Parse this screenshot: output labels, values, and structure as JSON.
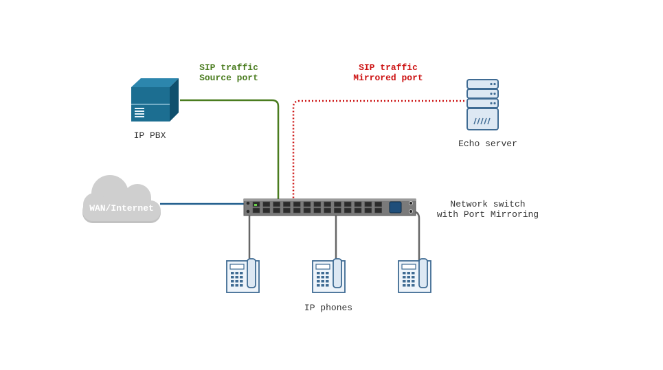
{
  "labels": {
    "sip_source_line1": "SIP traffic",
    "sip_source_line2": "Source port",
    "sip_mirror_line1": "SIP traffic",
    "sip_mirror_line2": "Mirrored port",
    "ip_pbx": "IP PBX",
    "echo_server": "Echo server",
    "wan": "WAN/Internet",
    "switch_line1": "Network switch",
    "switch_line2": "with Port Mirroring",
    "ip_phones": "IP phones"
  },
  "colors": {
    "source_link": "#4a7c1f",
    "mirror_link": "#cc1111",
    "wan_link": "#1f5c8c",
    "phone_link": "#666666",
    "pbx": "#1c6e91",
    "server": "#3f6b93",
    "switch_body": "#7a7a7a",
    "cloud": "#cfcfcf"
  }
}
